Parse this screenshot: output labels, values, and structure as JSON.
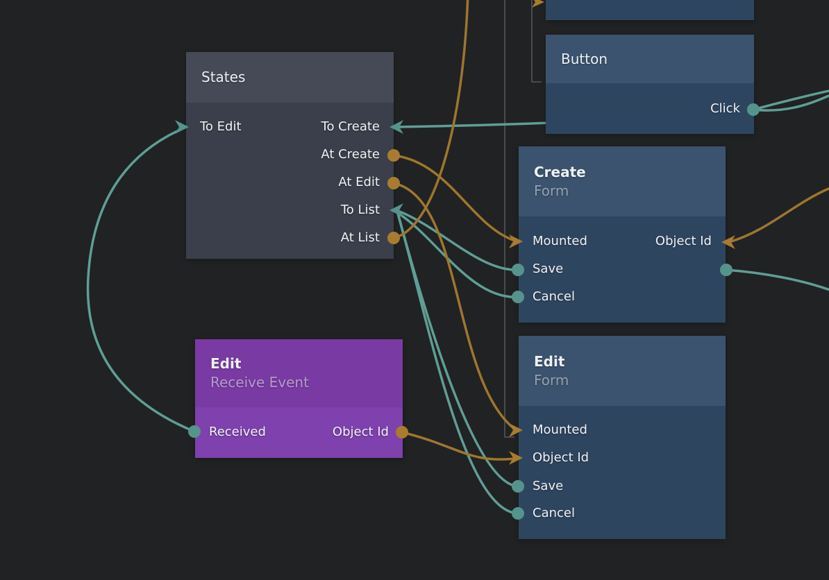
{
  "app": {
    "view": "node-graph-canvas"
  },
  "colors": {
    "canvas_background": "#212223",
    "wire_signal_teal": "#5f9e96",
    "wire_data_orange": "#9e762f",
    "wire_gray": "#58595b",
    "node_blue_header": "#3b536e",
    "node_blue_body": "#2e4560",
    "node_slate_header": "#454a56",
    "node_slate_body": "#3a3f4b",
    "node_purple_header": "#7a3aa4",
    "node_purple_body": "#7e41ae"
  },
  "nodes": {
    "states": {
      "title": "States",
      "ports": {
        "to_edit": "To Edit",
        "to_create": "To Create",
        "at_create": "At Create",
        "at_edit": "At Edit",
        "to_list": "To List",
        "at_list": "At List"
      }
    },
    "button": {
      "title": "Button",
      "ports": {
        "click": "Click"
      }
    },
    "create_form": {
      "title": "Create",
      "subtitle": "Form",
      "ports": {
        "mounted": "Mounted",
        "object_id": "Object Id",
        "save": "Save",
        "cancel": "Cancel"
      }
    },
    "edit_receive_event": {
      "title": "Edit",
      "subtitle": "Receive Event",
      "ports": {
        "received": "Received",
        "object_id": "Object Id"
      }
    },
    "edit_form": {
      "title": "Edit",
      "subtitle": "Form",
      "ports": {
        "mounted": "Mounted",
        "object_id": "Object Id",
        "save": "Save",
        "cancel": "Cancel"
      }
    }
  }
}
